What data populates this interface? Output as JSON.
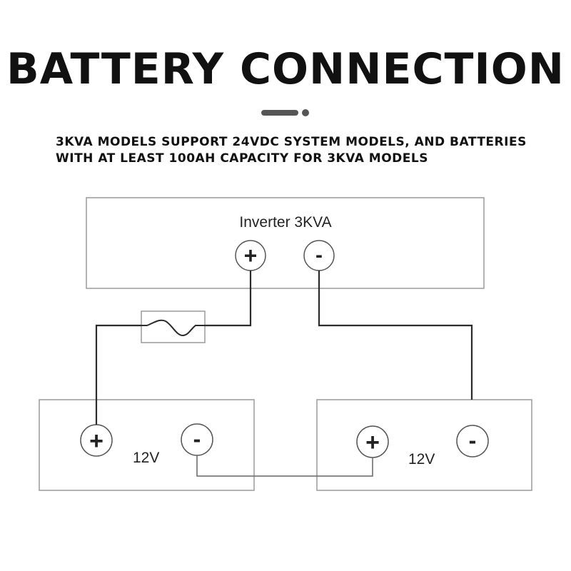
{
  "header": {
    "title": "BATTERY CONNECTION",
    "subtitle_line1": "3KVA MODELS SUPPORT 24VDC SYSTEM MODELS, AND BATTERIES",
    "subtitle_line2": "WITH AT LEAST 100AH CAPACITY FOR 3KVA MODELS"
  },
  "diagram": {
    "inverter": {
      "label": "Inverter 3KVA",
      "positive_symbol": "+",
      "negative_symbol": "-"
    },
    "fuse": {
      "icon": "fuse-icon"
    },
    "battery_1": {
      "label": "12V",
      "positive_symbol": "+",
      "negative_symbol": "-"
    },
    "battery_2": {
      "label": "12V",
      "positive_symbol": "+",
      "negative_symbol": "-"
    }
  },
  "colors": {
    "text": "#111111",
    "box_stroke": "#9a9a9a",
    "wire": "#2b2b2b",
    "divider": "#555555"
  }
}
